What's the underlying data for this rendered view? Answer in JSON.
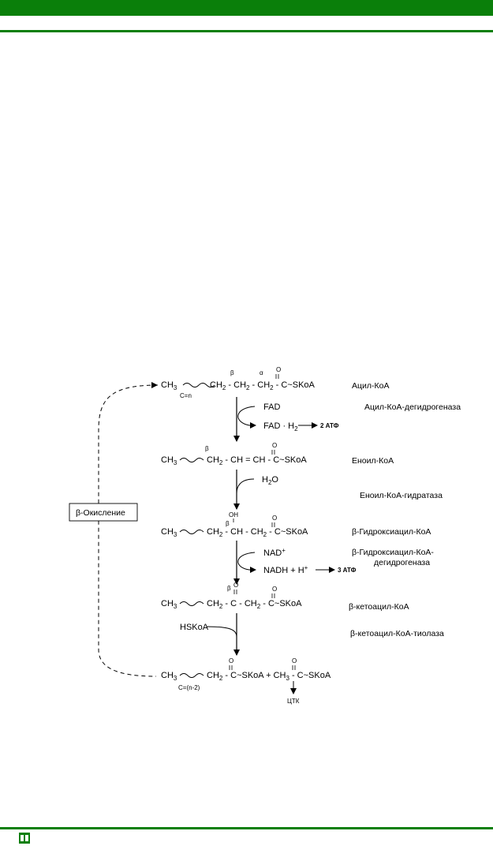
{
  "colors": {
    "bar": "#0a7f0a",
    "ink": "#000000"
  },
  "icons": {
    "footer_logo": "book-logo-icon"
  },
  "cycle": {
    "label": "β-Окисление"
  },
  "steps": {
    "acyl": {
      "beta": "β",
      "alpha": "α",
      "carbonyl_o": "O",
      "formula_ch3": "CH",
      "sub3": "3",
      "formula_mid": "CH",
      "sub2": "2",
      "formula_sep1": " - CH",
      "sub2b": "2",
      "formula_sep2": " - CH",
      "sub2c": "2",
      "formula_end": " - C~SKoA",
      "chain_note": "C=n",
      "name": "Ацил-КоА"
    },
    "dehydrogenation": {
      "reagent": "FAD",
      "product_main": "FAD · H",
      "product_sub": "2",
      "atp": "2 АТФ",
      "enzyme": "Ацил-КоА-дегидрогеназа"
    },
    "enoyl": {
      "beta": "β",
      "carbonyl_o": "O",
      "formula_ch3": "CH",
      "sub3": "3",
      "formula_mid": "CH",
      "sub2": "2",
      "formula_end": " - CH = CH - C~SKoA",
      "name": "Еноил-КоА"
    },
    "hydration": {
      "reagent_main": "H",
      "reagent_sub": "2",
      "reagent_end": "O",
      "enzyme": "Еноил-КоА-гидратаза"
    },
    "hydroxyacyl": {
      "oh": "OH",
      "beta": "β",
      "carbonyl_o": "O",
      "formula_ch3": "CH",
      "sub3": "3",
      "formula_mid": "CH",
      "sub2": "2",
      "formula_sep": " - CH - CH",
      "sub2b": "2",
      "formula_end": " - C~SKoA",
      "name": "β-Гидроксиацил-КоА"
    },
    "oxidation": {
      "reagent_main": "NAD",
      "reagent_sup": "+",
      "product_main": "NADH + H",
      "product_sup": "+",
      "atp": "3 АТФ",
      "enzyme_line1": "β-Гидроксиацил-КоА-",
      "enzyme_line2": "дегидрогеназа"
    },
    "ketoacyl": {
      "beta": "β",
      "keto_o": "O",
      "carbonyl_o": "O",
      "formula_ch3": "CH",
      "sub3": "3",
      "formula_mid": "CH",
      "sub2": "2",
      "formula_sep": " - C",
      "formula_sep2": " - CH",
      "sub2b": "2",
      "formula_end": " - C~SKoA",
      "name": "β-кетоацил-КоА"
    },
    "thiolysis": {
      "reagent": "HSKoA",
      "enzyme": "β-кетоацил-КоА-тиолаза"
    },
    "products": {
      "o1": "O",
      "o2": "O",
      "formula_ch3": "CH",
      "sub3": "3",
      "formula_mid": "CH",
      "sub2": "2",
      "formula_part1": " - C~SKoA + CH",
      "sub3b": "3",
      "formula_part2": " - C~SKoA",
      "chain_note": "C=(n-2)",
      "tca": "ЦТК"
    }
  }
}
